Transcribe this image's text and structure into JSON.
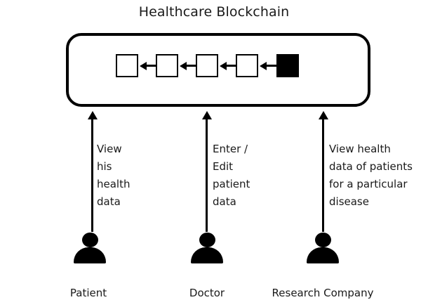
{
  "diagram": {
    "title": "Healthcare Blockchain",
    "type": "blockchain-actor-diagram",
    "background_color": "#ffffff",
    "stroke_color": "#000000",
    "text_color": "#1a1a1a"
  },
  "blockchain": {
    "container_label": "Healthcare Blockchain",
    "blocks": [
      {
        "index": 1,
        "fill": "white"
      },
      {
        "index": 2,
        "fill": "white"
      },
      {
        "index": 3,
        "fill": "white"
      },
      {
        "index": 4,
        "fill": "white"
      },
      {
        "index": 5,
        "fill": "black"
      }
    ],
    "link_count": 4,
    "link_direction": "right-to-left"
  },
  "actors": [
    {
      "id": "patient",
      "label": "Patient",
      "action": "View\nhis\nhealth\ndata",
      "icon": "person-icon",
      "arrow": "up-arrow"
    },
    {
      "id": "doctor",
      "label": "Doctor",
      "action": "Enter /\nEdit\npatient\ndata",
      "icon": "person-icon",
      "arrow": "up-arrow"
    },
    {
      "id": "research-company",
      "label": "Research Company",
      "action": "View health\ndata of patients\nfor a particular\ndisease",
      "icon": "person-icon",
      "arrow": "up-arrow"
    }
  ]
}
